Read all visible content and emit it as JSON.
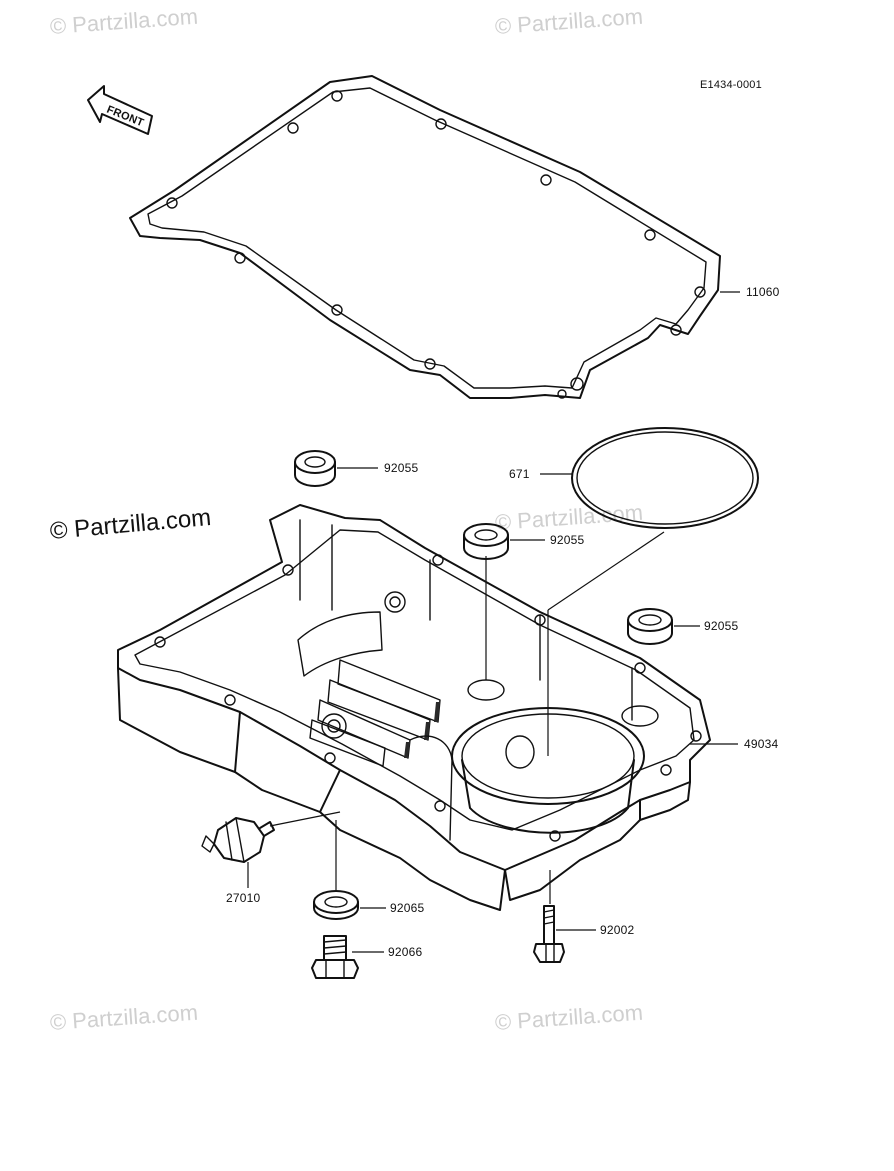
{
  "diagram": {
    "figure_code": "E1434-0001",
    "front_label": "FRONT",
    "watermark": "© Partzilla.com",
    "parts": [
      {
        "number": "11060"
      },
      {
        "number": "671"
      },
      {
        "number": "92055"
      },
      {
        "number": "92055"
      },
      {
        "number": "92055"
      },
      {
        "number": "49034"
      },
      {
        "number": "27010"
      },
      {
        "number": "92065"
      },
      {
        "number": "92002"
      },
      {
        "number": "92066"
      }
    ]
  }
}
